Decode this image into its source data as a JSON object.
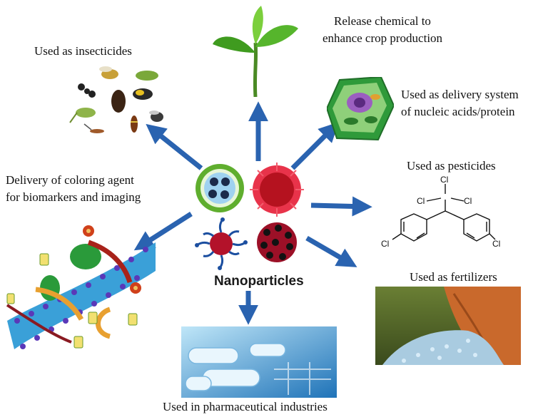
{
  "center": {
    "label": "Nanoparticles"
  },
  "labels": {
    "insecticides": "Used as insecticides",
    "crop_line1": "Release chemical to",
    "crop_line2": "enhance crop production",
    "delivery_line1": "Used as delivery system",
    "delivery_line2": "of nucleic acids/protein",
    "pesticides": "Used as pesticides",
    "fertilizers": "Used as fertilizers",
    "pharma": "Used in pharmaceutical industries",
    "coloring_line1": "Delivery of coloring agent",
    "coloring_line2": "for biomarkers and imaging"
  },
  "chemical": {
    "atom_cl": "Cl"
  },
  "colors": {
    "arrow": "#2a63b0",
    "leaf": "#3f9b1f",
    "membrane": "#3aa0d8",
    "pharma_bg": "#3a9fd8",
    "fertilizer_bag": "#c9692c",
    "nanoparticle_red": "#c4162a"
  }
}
